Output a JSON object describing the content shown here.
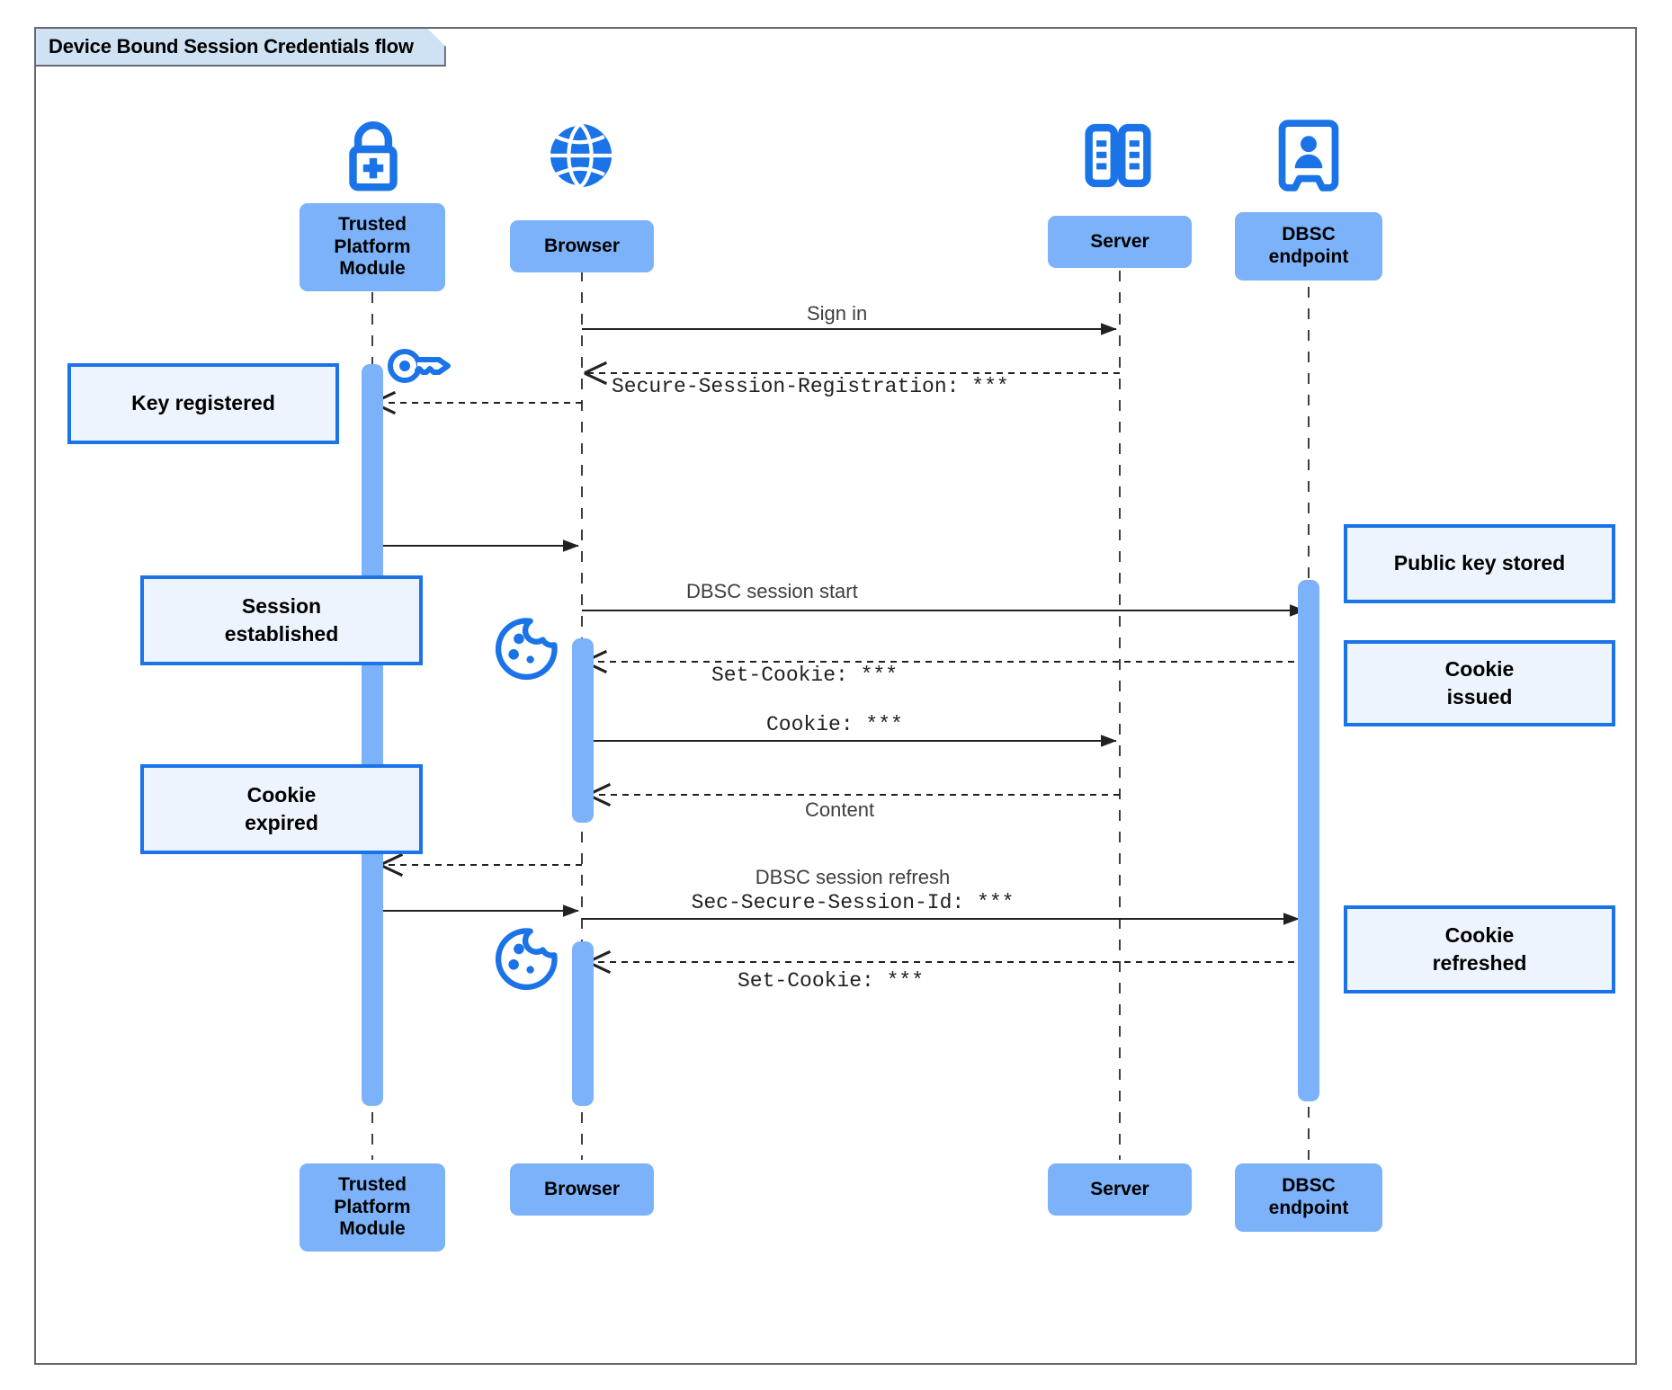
{
  "diagram": {
    "title": "Device Bound Session Credentials flow",
    "type": "sequence-diagram",
    "colors": {
      "participant_fill": "#7cb2fa",
      "note_fill": "#eef4fd",
      "note_border": "#1b73e8",
      "icon_blue": "#1b73e8",
      "title_fill": "#cfe2f3",
      "frame_border": "#666a6e",
      "line": "#202124"
    }
  },
  "participants": [
    {
      "id": "tpm",
      "label": "Trusted\nPlatform\nModule",
      "icon": "padlock-plus-icon"
    },
    {
      "id": "browser",
      "label": "Browser",
      "icon": "globe-icon"
    },
    {
      "id": "server",
      "label": "Server",
      "icon": "server-racks-icon"
    },
    {
      "id": "dbsc",
      "label": "DBSC\nendpoint",
      "icon": "id-badge-icon"
    }
  ],
  "participants_bottom": [
    {
      "id": "tpm",
      "label": "Trusted\nPlatform\nModule"
    },
    {
      "id": "browser",
      "label": "Browser"
    },
    {
      "id": "server",
      "label": "Server"
    },
    {
      "id": "dbsc",
      "label": "DBSC\nendpoint"
    }
  ],
  "messages": [
    {
      "id": "m1",
      "from": "browser",
      "to": "server",
      "label": "Sign in",
      "style": "solid",
      "font": "sans"
    },
    {
      "id": "m2",
      "from": "server",
      "to": "browser",
      "label": "Secure-Session-Registration: ***",
      "style": "dashed",
      "font": "mono"
    },
    {
      "id": "m3",
      "from": "browser",
      "to": "dbsc",
      "label": "DBSC session start",
      "style": "solid",
      "font": "sans"
    },
    {
      "id": "m4",
      "from": "dbsc",
      "to": "browser",
      "label": "Set-Cookie: ***",
      "style": "dashed",
      "font": "mono"
    },
    {
      "id": "m5",
      "from": "browser",
      "to": "server",
      "label": "Cookie: ***",
      "style": "solid",
      "font": "mono"
    },
    {
      "id": "m6",
      "from": "server",
      "to": "browser",
      "label": "Content",
      "style": "dashed",
      "font": "sans"
    },
    {
      "id": "m7",
      "from": "browser",
      "to": "dbsc",
      "label_line1": "DBSC session refresh",
      "label_line2": "Sec-Secure-Session-Id: ***",
      "style": "solid",
      "font": "sans+mono"
    },
    {
      "id": "m8",
      "from": "dbsc",
      "to": "browser",
      "label": "Set-Cookie: ***",
      "style": "dashed",
      "font": "mono"
    }
  ],
  "notes": [
    {
      "id": "n1",
      "text": "Key registered",
      "side": "left",
      "anchor": "tpm"
    },
    {
      "id": "n2",
      "text": "Session\nestablished",
      "side": "left",
      "anchor": "tpm"
    },
    {
      "id": "n3",
      "text": "Cookie\nexpired",
      "side": "left",
      "anchor": "tpm"
    },
    {
      "id": "n4",
      "text": "Public key stored",
      "side": "right",
      "anchor": "dbsc"
    },
    {
      "id": "n5",
      "text": "Cookie\nissued",
      "side": "right",
      "anchor": "dbsc"
    },
    {
      "id": "n6",
      "text": "Cookie\nrefreshed",
      "side": "right",
      "anchor": "dbsc"
    }
  ],
  "inline_icons": [
    {
      "id": "key1",
      "name": "key-icon",
      "near": "tpm"
    },
    {
      "id": "cookie1",
      "name": "cookie-icon",
      "near": "browser"
    },
    {
      "id": "cookie2",
      "name": "cookie-icon",
      "near": "browser"
    }
  ]
}
